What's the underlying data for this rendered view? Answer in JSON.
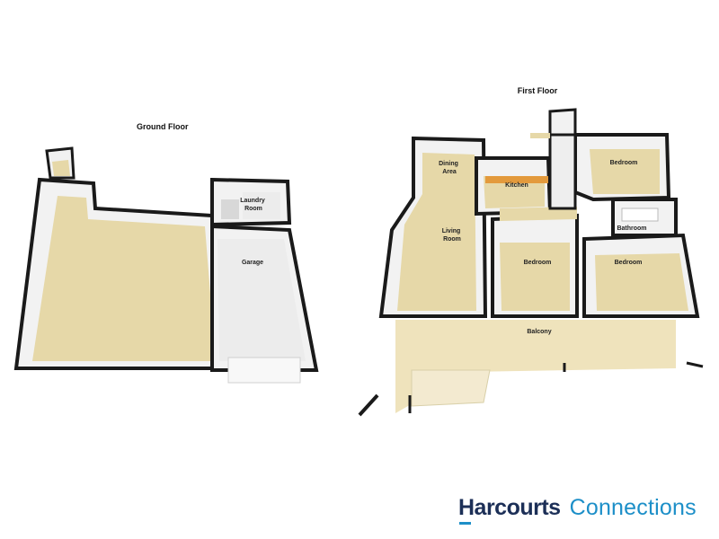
{
  "ground_floor": {
    "title": "Ground Floor",
    "rooms": {
      "laundry": "Laundry Room",
      "garage": "Garage"
    }
  },
  "first_floor": {
    "title": "First Floor",
    "rooms": {
      "dining": "Dining Area",
      "kitchen": "Kitchen",
      "bedroom_top": "Bedroom",
      "living": "Living Room",
      "bathroom": "Bathroom",
      "bedroom_mid": "Bedroom",
      "bedroom_right": "Bedroom",
      "balcony": "Balcony"
    }
  },
  "brand": {
    "name_bold": "Harcourts",
    "name_light": "Connections"
  },
  "colors": {
    "floor": "#e6d8a8",
    "wall": "#1a1a1a",
    "wall_face": "#f4f4f4",
    "garage_floor": "#ececec",
    "balcony": "#efe3bc"
  }
}
